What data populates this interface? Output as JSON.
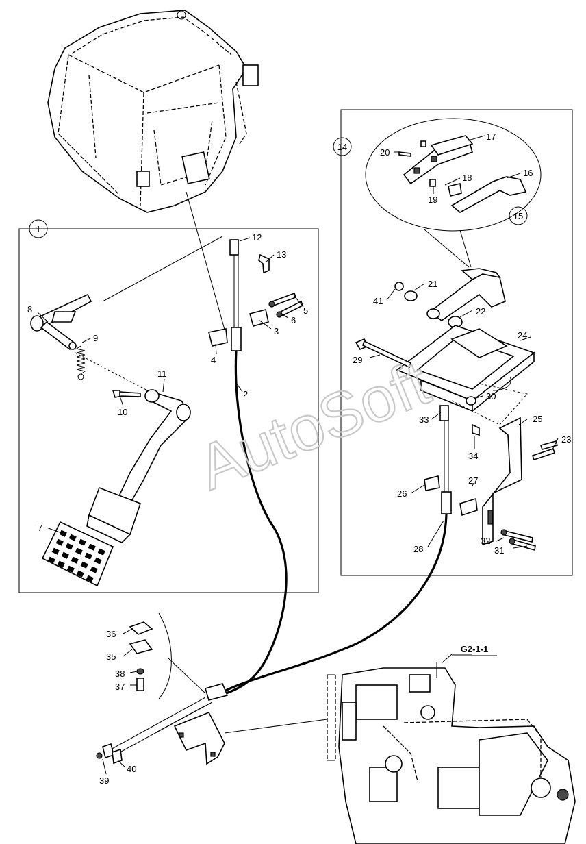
{
  "watermark": "AutoSoft",
  "groups": [
    {
      "id": "group-1",
      "number": "1"
    },
    {
      "id": "group-14",
      "number": "14"
    },
    {
      "id": "group-15",
      "number": "15"
    }
  ],
  "reference_label": "G2-1-1",
  "callouts": [
    "2",
    "3",
    "4",
    "5",
    "6",
    "7",
    "8",
    "9",
    "10",
    "11",
    "12",
    "13",
    "16",
    "17",
    "18",
    "19",
    "20",
    "21",
    "22",
    "23",
    "24",
    "25",
    "26",
    "27",
    "28",
    "29",
    "30",
    "31",
    "32",
    "33",
    "34",
    "35",
    "36",
    "37",
    "38",
    "39",
    "40",
    "41"
  ]
}
